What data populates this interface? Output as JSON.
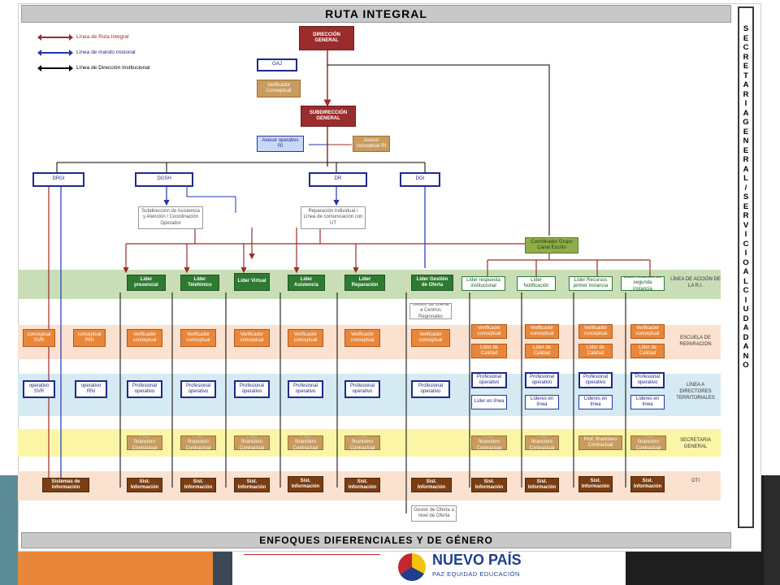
{
  "title": "RUTA INTEGRAL",
  "bottom_title": "ENFOQUES DIFERENCIALES Y DE GÉNERO",
  "side_text": "SECRETARIA GENERAL / SERVICIO AL CIUDADANO",
  "legend": [
    {
      "label": "Línea de Ruta Integral",
      "color": "#9b2c2c"
    },
    {
      "label": "Línea de mando misional",
      "color": "#2235b3"
    },
    {
      "label": "Línea de Dirección Institucional",
      "color": "#000000"
    }
  ],
  "top_nodes": {
    "direccion": "DIRECCIÓN GENERAL",
    "oaj": "OAJ",
    "verificador_top": "Verificador Conceptual",
    "subdireccion": "SUBDIRECCIÓN GENERAL",
    "asesor_op": "Asesor operativo RI",
    "asesor_con": "Asesor conceptual RI",
    "drgi": "DRGI",
    "dgsh": "DGSH",
    "dr": "DR",
    "dgi": "DGI",
    "sub_asistencia": "Subdirección de Asistencia y Atención / Coordinación Operador",
    "reparacion": "Reparación Individual / Línea de comunicación con UT",
    "coord_grupo": "Coordinador Grupo Canal Escrito"
  },
  "leaders": [
    "Líder presencial",
    "Líder Telefónico",
    "Líder Virtual",
    "Líder Asistencia",
    "Líder Reparación",
    "Líder Gestión de Oferta",
    "Líder respuesta institucional",
    "Líder Notificación",
    "Líder Recursos primer instancia",
    "Líder recursos de segunda instancia"
  ],
  "gestor_oferta": "Gestor de Oferta a Centros Regionales",
  "conceptual_row": {
    "left1": "conceptual SVR",
    "left2": "conceptual RNI",
    "items": [
      "Verificador conceptual",
      "Verificador conceptual",
      "Verificador conceptual",
      "Verificador conceptual",
      "Verificador conceptual",
      "Verificador conceptual"
    ],
    "right": [
      "Verificador conceptual",
      "Verificador conceptual",
      "Verificador conceptual",
      "Verificador conceptual"
    ],
    "calidad": [
      "Líder de Calidad",
      "Líder de Calidad",
      "Líder de Calidad",
      "Líder de Calidad"
    ]
  },
  "operativo_row": {
    "left1": "operativo SVR",
    "left2": "operativo RNI",
    "items": [
      "Profesional operativo",
      "Profesional operativo",
      "Profesional operativo",
      "Profesional operativo",
      "Profesional operativo",
      "Profesional operativo"
    ],
    "right": [
      "Profesional operativo",
      "Profesional operativo",
      "Profesional operativo",
      "Profesional operativo"
    ],
    "linea": [
      "Líder en línea",
      "Líderes en línea",
      "Líderes en línea",
      "Líderes en línea"
    ]
  },
  "financiero_row": {
    "items": [
      "Prof. financiero Contractual",
      "Prof. financiero Contractual",
      "Prof. financiero Contractual",
      "Prof. financiero Contractual",
      "Prof. financiero Contractual"
    ],
    "right": [
      "Prof. financiero Contractual",
      "Prof. financiero Contractual",
      "Prof. financiero Contractual",
      "Prof. financiero Contractual"
    ]
  },
  "info_row": {
    "left": "Sistemas de Información",
    "items": [
      "Sist. Información",
      "Sist. Información",
      "Sist. Información",
      "Sist. Información",
      "Sist. Información"
    ],
    "center": "Sist. Información",
    "right": [
      "Sist. Información",
      "Sist. Información",
      "Sist. Información",
      "Sist. Información"
    ]
  },
  "gestor_bottom": "Gestor de Oferta a nivel de Oferta",
  "band_labels": {
    "green": "LÍNEA DE ACCIÓN DE LA R.I.",
    "orange": "ESCUELA DE REPARACIÓN",
    "blue": "LÍNEA A DIRECTORES TERRITORIALES",
    "yellow": "SECRETARIA GENERAL",
    "bottom": "OTI"
  },
  "logo_text": "NUEVO PAÍS",
  "logo_sub": "PAZ EQUIDAD EDUCACIÓN",
  "colors": {
    "route_red": "#9b2c2c",
    "command_blue": "#2235b3",
    "leader_green": "#2e7a33",
    "band_green": "#c9ddb6",
    "band_peach": "#fbe2d0",
    "band_blue": "#d6eaf3",
    "band_yellow": "#fbf6a6"
  }
}
